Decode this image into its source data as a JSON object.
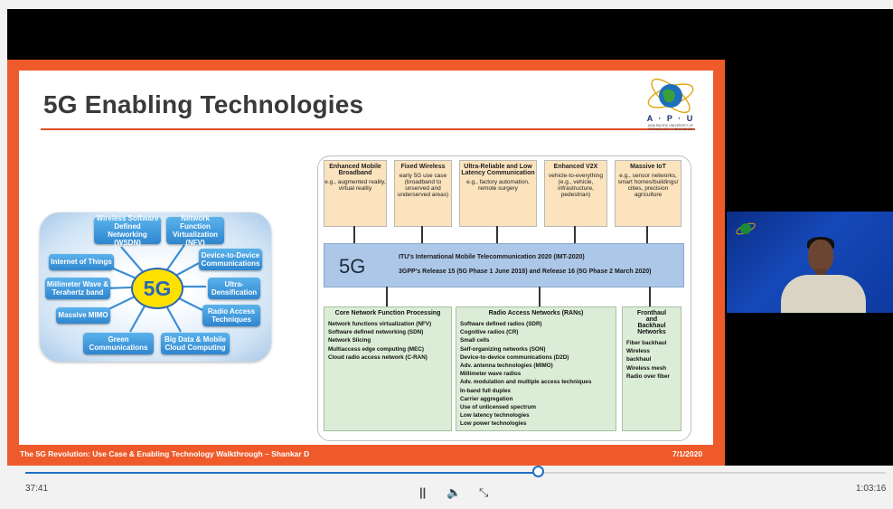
{
  "slide": {
    "title": "5G Enabling Technologies",
    "logo_text": "A · P · U",
    "logo_subtext": "ASIA PACIFIC UNIVERSITY OF TECHNOLOGY & INNOVATION",
    "footer_left": "The 5G Revolution: Use Case & Enabling Technology Walkthrough – Shankar D",
    "footer_right": "7/1/2020"
  },
  "hub": {
    "center": "5G",
    "items": [
      "Wireless Software Defined Networking (WSDN)",
      "Network Function Virtualization (NFV)",
      "Internet of Things",
      "Device-to-Device Communications",
      "Millimeter Wave & Terahertz band",
      "Ultra-Densification",
      "Massive MIMO",
      "Radio Access Techniques",
      "Green Communications",
      "Big Data & Mobile Cloud Computing"
    ]
  },
  "diagram": {
    "use_cases": [
      {
        "title": "Enhanced Mobile Broadband",
        "desc": "e.g., augmented reality, virtual reality"
      },
      {
        "title": "Fixed Wireless",
        "desc": "early 5G use case (broadband to unserved and underserved areas)"
      },
      {
        "title": "Ultra-Reliable and Low Latency Communication",
        "desc": "e.g., factory automation, remote surgery"
      },
      {
        "title": "Enhanced V2X",
        "desc": "vehicle-to-everything (e.g., vehicle, infrastructure, pedestrian)"
      },
      {
        "title": "Massive IoT",
        "desc": "e.g., sensor networks, smart homes/buildings/ cities, precision agriculture"
      }
    ],
    "bar_label": "5G",
    "bar_line1": "ITU's International Mobile Telecommunication 2020 (IMT-2020)",
    "bar_line2": "3GPP's Release 15 (5G Phase 1 June 2018) and Release 16 (5G Phase 2 March 2020)",
    "core": {
      "title": "Core Network Function Processing",
      "items": [
        "Network functions virtualization (NFV)",
        "Software defined networking (SDN)",
        "Network Slicing",
        "Multiaccess edge computing (MEC)",
        "Cloud radio access network (C-RAN)"
      ]
    },
    "ran": {
      "title": "Radio Access Networks (RANs)",
      "items": [
        "Software defined radios (SDR)",
        "Cognitive radios (CR)",
        "Small cells",
        "Self-organizing networks (SON)",
        "Device-to-device communications (D2D)",
        "Adv. antenna technologies (MIMO)",
        "Millimeter wave radios",
        "Adv. modulation and multiple access techniques",
        "In-band full duplex",
        "Carrier aggregation",
        "Use of unlicensed spectrum",
        "Low latency technologies",
        "Low power technologies"
      ]
    },
    "backhaul": {
      "title_lines": [
        "Fronthaul",
        "and",
        "Backhaul",
        "Networks"
      ],
      "items": [
        "Fiber backhaul",
        "Wireless",
        "backhaul",
        "Wireless mesh",
        "Radio over fiber"
      ]
    }
  },
  "player": {
    "current_time": "37:41",
    "total_time": "1:03:16",
    "progress_fraction": 0.596,
    "pause_symbol": "||",
    "volume_symbol": "🔈",
    "exit_fullscreen_symbol": "⤡"
  },
  "colors": {
    "slide_border": "#ef5a2a",
    "accent_blue": "#1f6fc5",
    "hub_pill": "#2f86cf",
    "center_yellow": "#ffe100"
  }
}
